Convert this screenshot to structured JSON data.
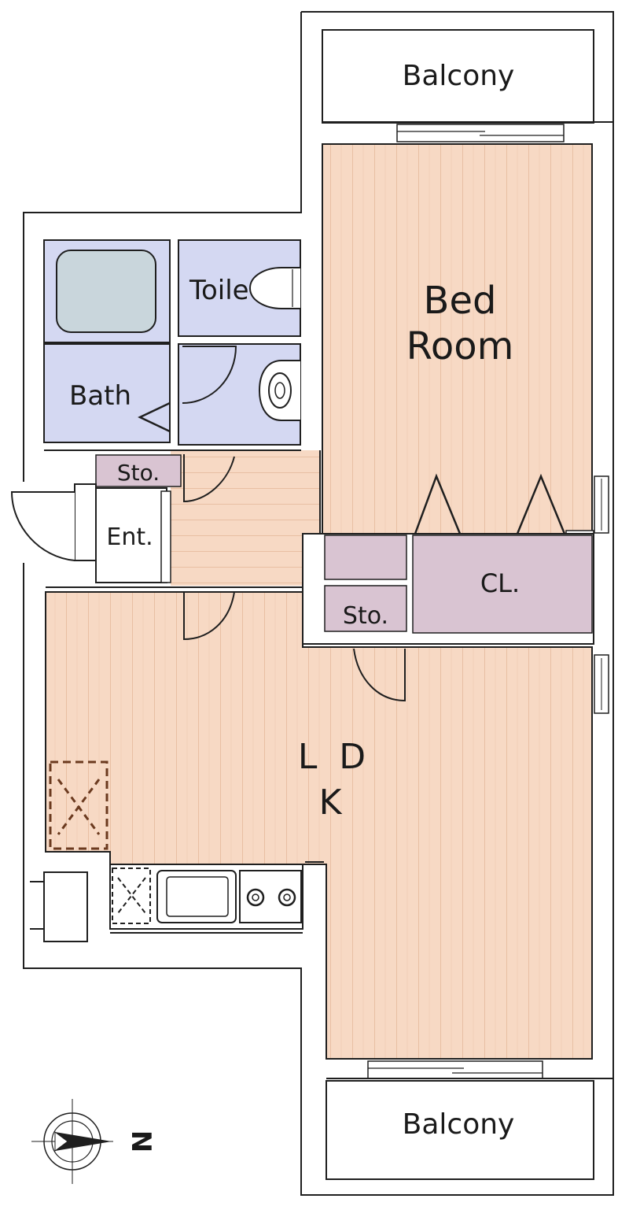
{
  "rooms": {
    "balcony_top": "Balcony",
    "bedroom_line1": "Bed",
    "bedroom_line2": "Room",
    "toilet": "Toile",
    "bath": "Bath",
    "storage_hall": "Sto.",
    "entrance": "Ent.",
    "closet": "CL.",
    "storage_closet": "Sto.",
    "ldk_line1": "L  D",
    "ldk_line2": "K",
    "balcony_bottom": "Balcony"
  },
  "compass": {
    "north_label": "N"
  },
  "colors": {
    "floor_wood": "#f7d9c4",
    "floor_stripe": "#eac3a8",
    "wet_area": "#d4d8f2",
    "storage": "#d9c4d2",
    "wall": "#ffffff",
    "line": "#1f1f1f"
  }
}
